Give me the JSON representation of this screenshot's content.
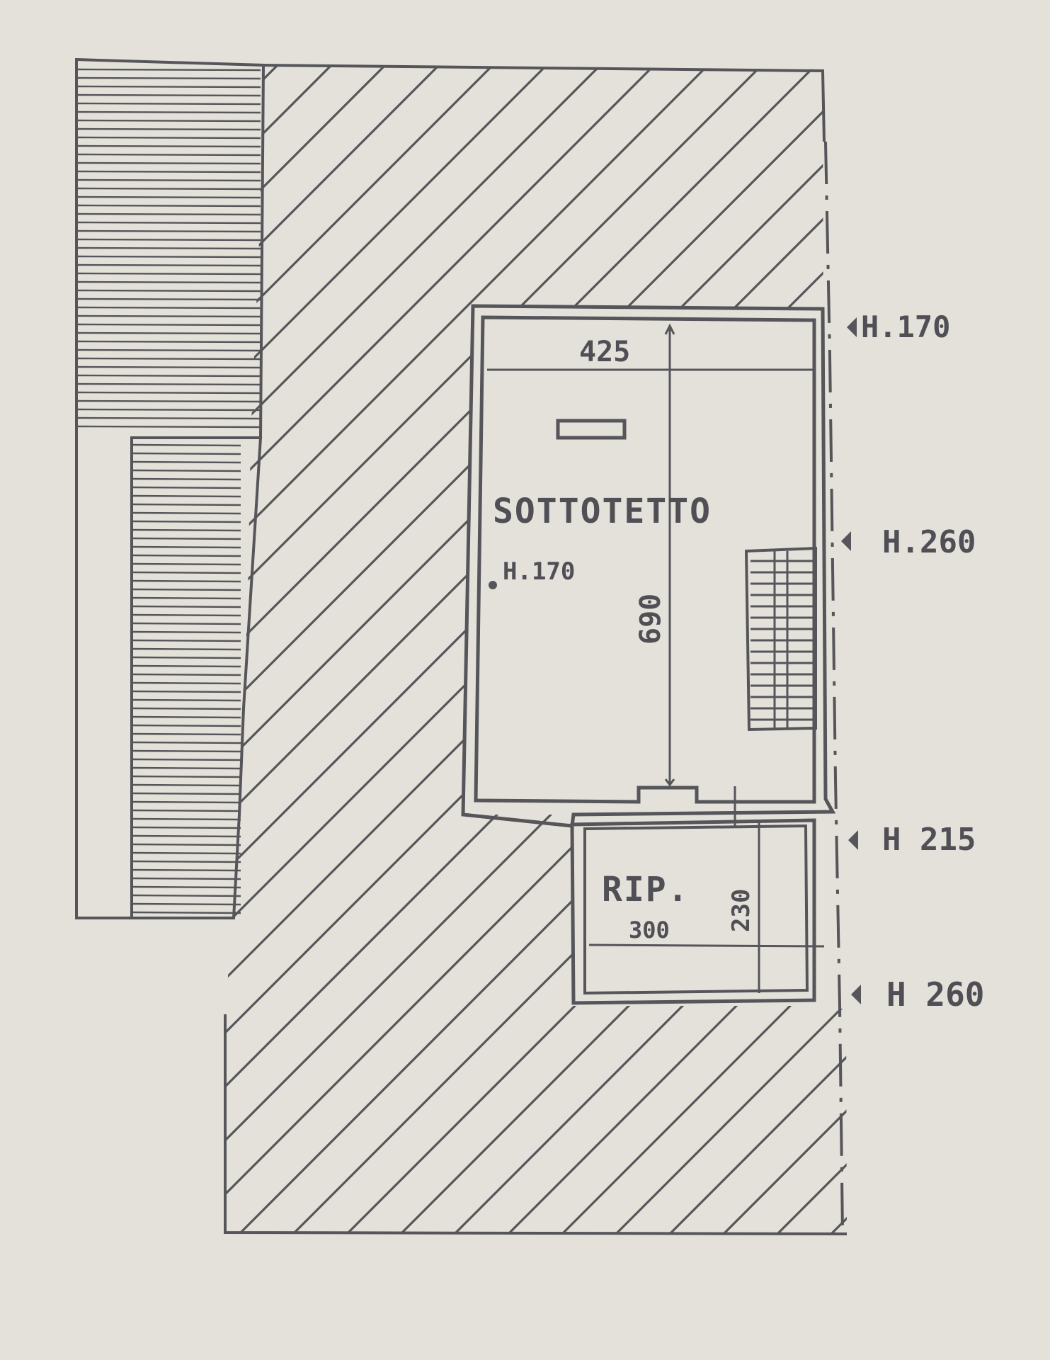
{
  "rooms": {
    "main": {
      "name": "SOTTOTETTO",
      "width": "425",
      "length": "690",
      "inner_height": "H.170"
    },
    "storage": {
      "name": "RIP.",
      "width": "300",
      "length": "230"
    }
  },
  "heights": [
    "H.170",
    "H.260",
    "H 215",
    "H 260"
  ],
  "colors": {
    "ink": "#55555a",
    "paper": "#e3e1d9"
  }
}
